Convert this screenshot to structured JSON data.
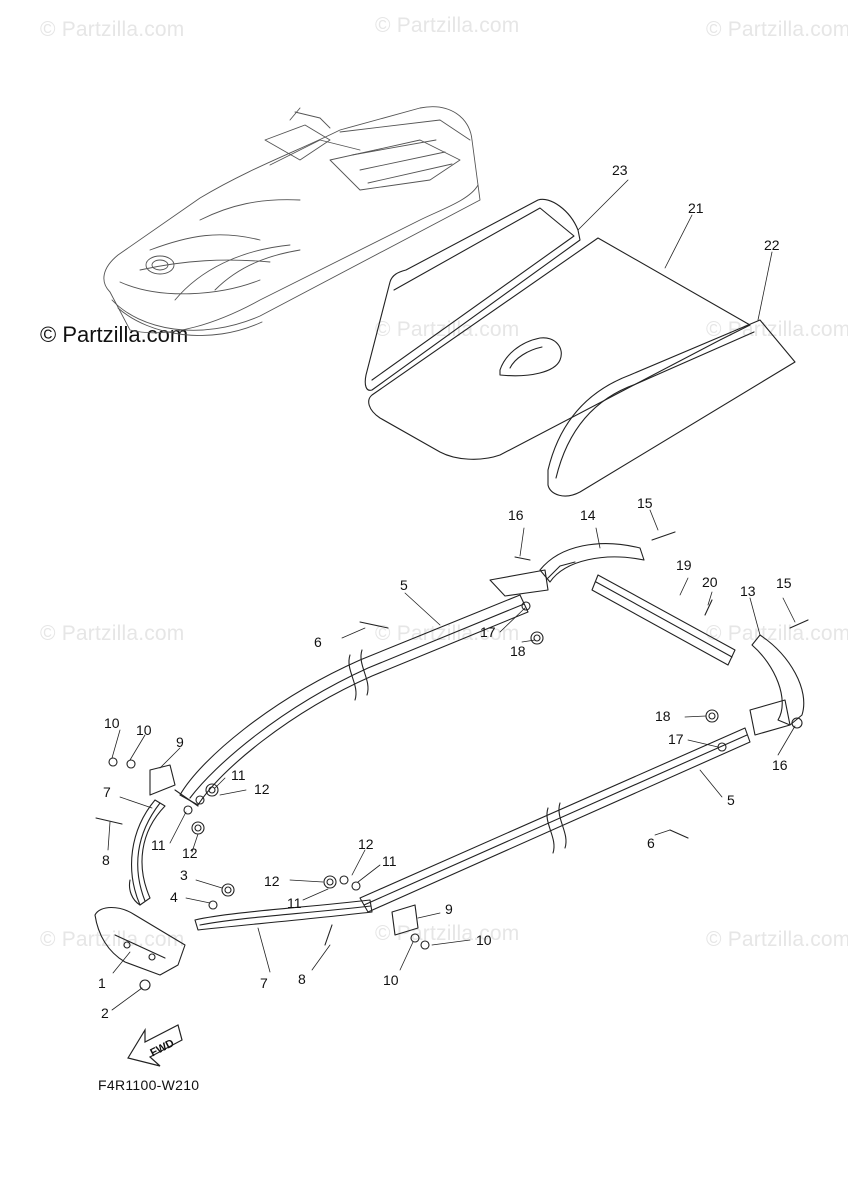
{
  "watermark": "© Partzilla.com",
  "watermark_main": "© Partzilla.com",
  "diagram_code": "F4R1100-W210",
  "fwd_label": "FWD",
  "callouts": {
    "c1": "1",
    "c2": "2",
    "c3": "3",
    "c4": "4",
    "c5a": "5",
    "c5b": "5",
    "c6a": "6",
    "c6b": "6",
    "c7a": "7",
    "c7b": "7",
    "c8a": "8",
    "c8b": "8",
    "c9a": "9",
    "c9b": "9",
    "c10a": "10",
    "c10b": "10",
    "c10c": "10",
    "c10d": "10",
    "c11a": "11",
    "c11b": "11",
    "c11c": "11",
    "c11d": "11",
    "c12a": "12",
    "c12b": "12",
    "c12c": "12",
    "c12d": "12",
    "c13": "13",
    "c14": "14",
    "c15a": "15",
    "c15b": "15",
    "c16a": "16",
    "c16b": "16",
    "c17a": "17",
    "c17b": "17",
    "c18a": "18",
    "c18b": "18",
    "c19": "19",
    "c20": "20",
    "c21": "21",
    "c22": "22",
    "c23": "23"
  }
}
